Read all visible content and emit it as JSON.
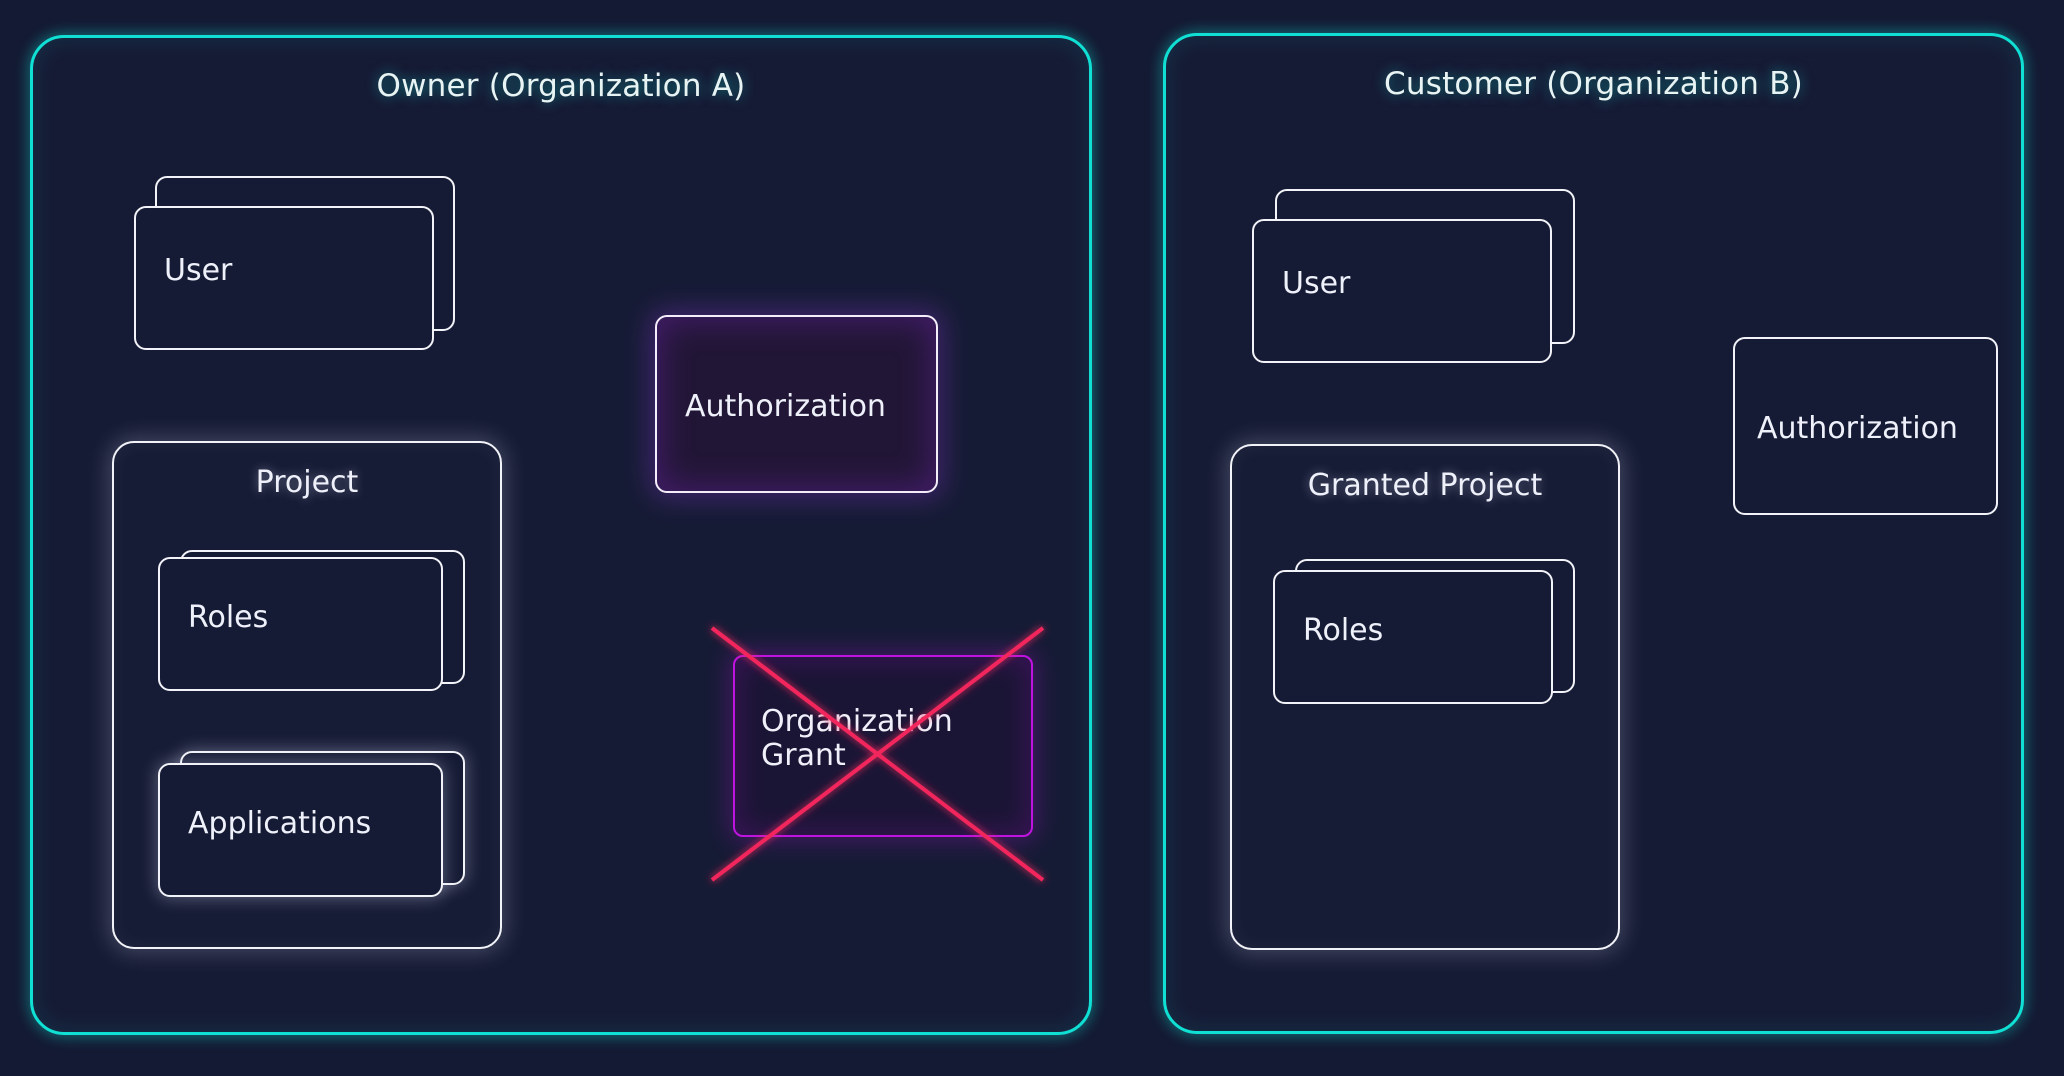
{
  "diagram": {
    "title_hidden": "",
    "colors": {
      "background": "#141a33",
      "org_border_teal": "#10e0d4",
      "card_border_white": "#f2f3f8",
      "grant_border_magenta": "#bf14e0",
      "grant_link_purple": "#9a0ec6",
      "strikeout_red": "#f2285c",
      "auth_fill_purple": "#221636"
    },
    "panels": [
      {
        "id": "owner",
        "title": "Owner (Organization A)",
        "nodes": [
          {
            "id": "owner-user",
            "label": "User",
            "type": "stacked-card"
          },
          {
            "id": "owner-authorization",
            "label": "Authorization",
            "type": "card-purple"
          },
          {
            "id": "owner-project",
            "label": "Project",
            "type": "group"
          },
          {
            "id": "owner-roles",
            "label": "Roles",
            "type": "stacked-card"
          },
          {
            "id": "owner-applications",
            "label": "Applications",
            "type": "stacked-card"
          }
        ]
      },
      {
        "id": "customer",
        "title": "Customer (Organization B)",
        "nodes": [
          {
            "id": "customer-user",
            "label": "User",
            "type": "stacked-card"
          },
          {
            "id": "customer-authorization",
            "label": "Authorization",
            "type": "card"
          },
          {
            "id": "customer-granted-project",
            "label": "Granted Project",
            "type": "group"
          },
          {
            "id": "customer-roles",
            "label": "Roles",
            "type": "stacked-card"
          }
        ]
      }
    ],
    "center_node": {
      "id": "organization-grant",
      "label": "Organization\nGrant",
      "struck_out": true
    },
    "edges": [
      {
        "from": "owner-user",
        "to": "owner-authorization",
        "color": "white"
      },
      {
        "from": "owner-authorization",
        "to": "owner-roles",
        "color": "white"
      },
      {
        "from": "owner-project",
        "to": "organization-grant",
        "color": "purple"
      },
      {
        "from": "organization-grant",
        "to": "customer-granted-project",
        "color": "purple"
      },
      {
        "from": "customer-user",
        "to": "customer-authorization",
        "color": "white"
      },
      {
        "from": "customer-authorization",
        "to": "customer-roles",
        "color": "white"
      }
    ]
  }
}
